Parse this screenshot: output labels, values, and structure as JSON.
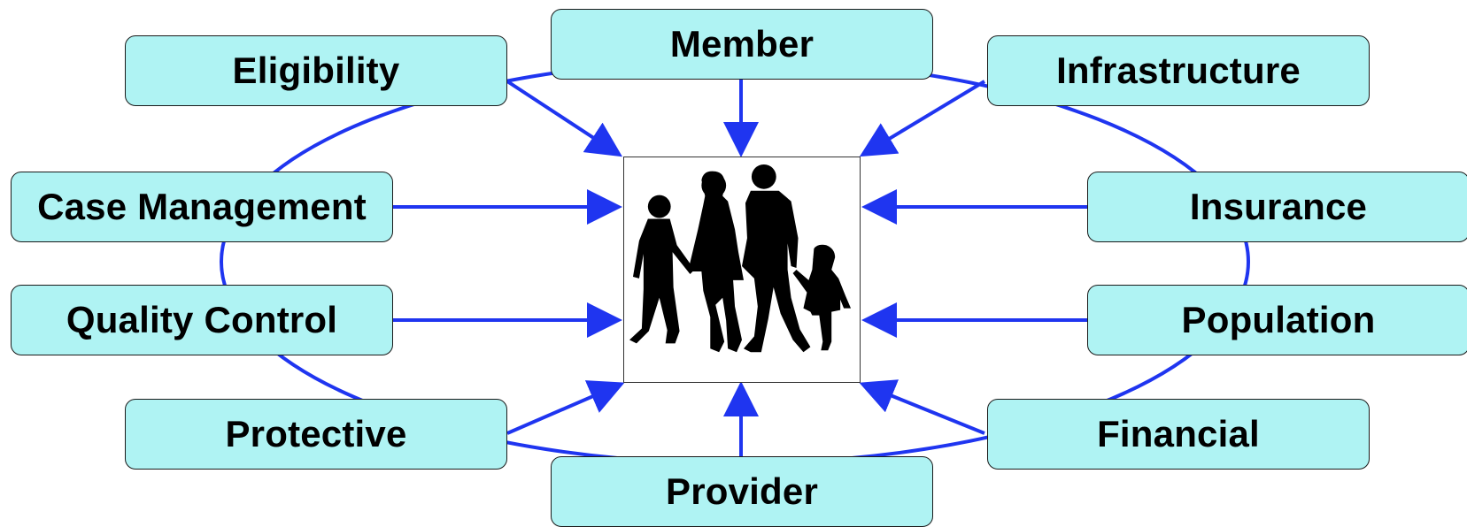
{
  "diagram": {
    "center": {
      "icon": "family-silhouette-icon"
    },
    "nodes": {
      "member": "Member",
      "eligibility": "Eligibility",
      "infrastructure": "Infrastructure",
      "case_management": "Case Management",
      "insurance": "Insurance",
      "quality_control": "Quality Control",
      "population": "Population",
      "protective": "Protective",
      "financial": "Financial",
      "provider": "Provider"
    }
  },
  "colors": {
    "node_fill": "#aff3f3",
    "connector": "#1f35f0",
    "silhouette": "#000000"
  }
}
